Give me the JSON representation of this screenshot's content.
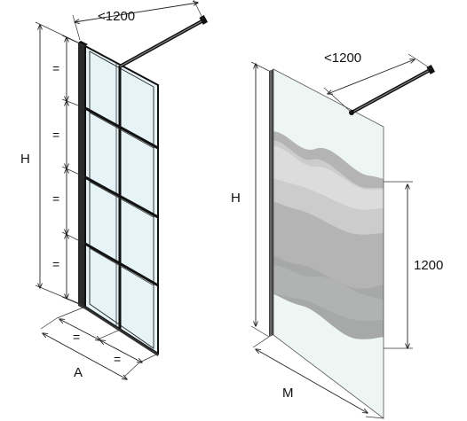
{
  "left_panel": {
    "top_width": "<1200",
    "height": "H",
    "width": "A",
    "equal_marks": [
      "=",
      "=",
      "=",
      "=",
      "=",
      "="
    ],
    "frame_color": "#1a1a1a",
    "glass_color": "#e6f4f8"
  },
  "right_panel": {
    "top_width": "<1200",
    "height": "H",
    "pattern_height": "1200",
    "width": "M",
    "glass_color": "#eef6f4",
    "pattern_colors": [
      "#9a9a9a",
      "#b4b4b4",
      "#cccccc",
      "#dcdcdc"
    ]
  }
}
